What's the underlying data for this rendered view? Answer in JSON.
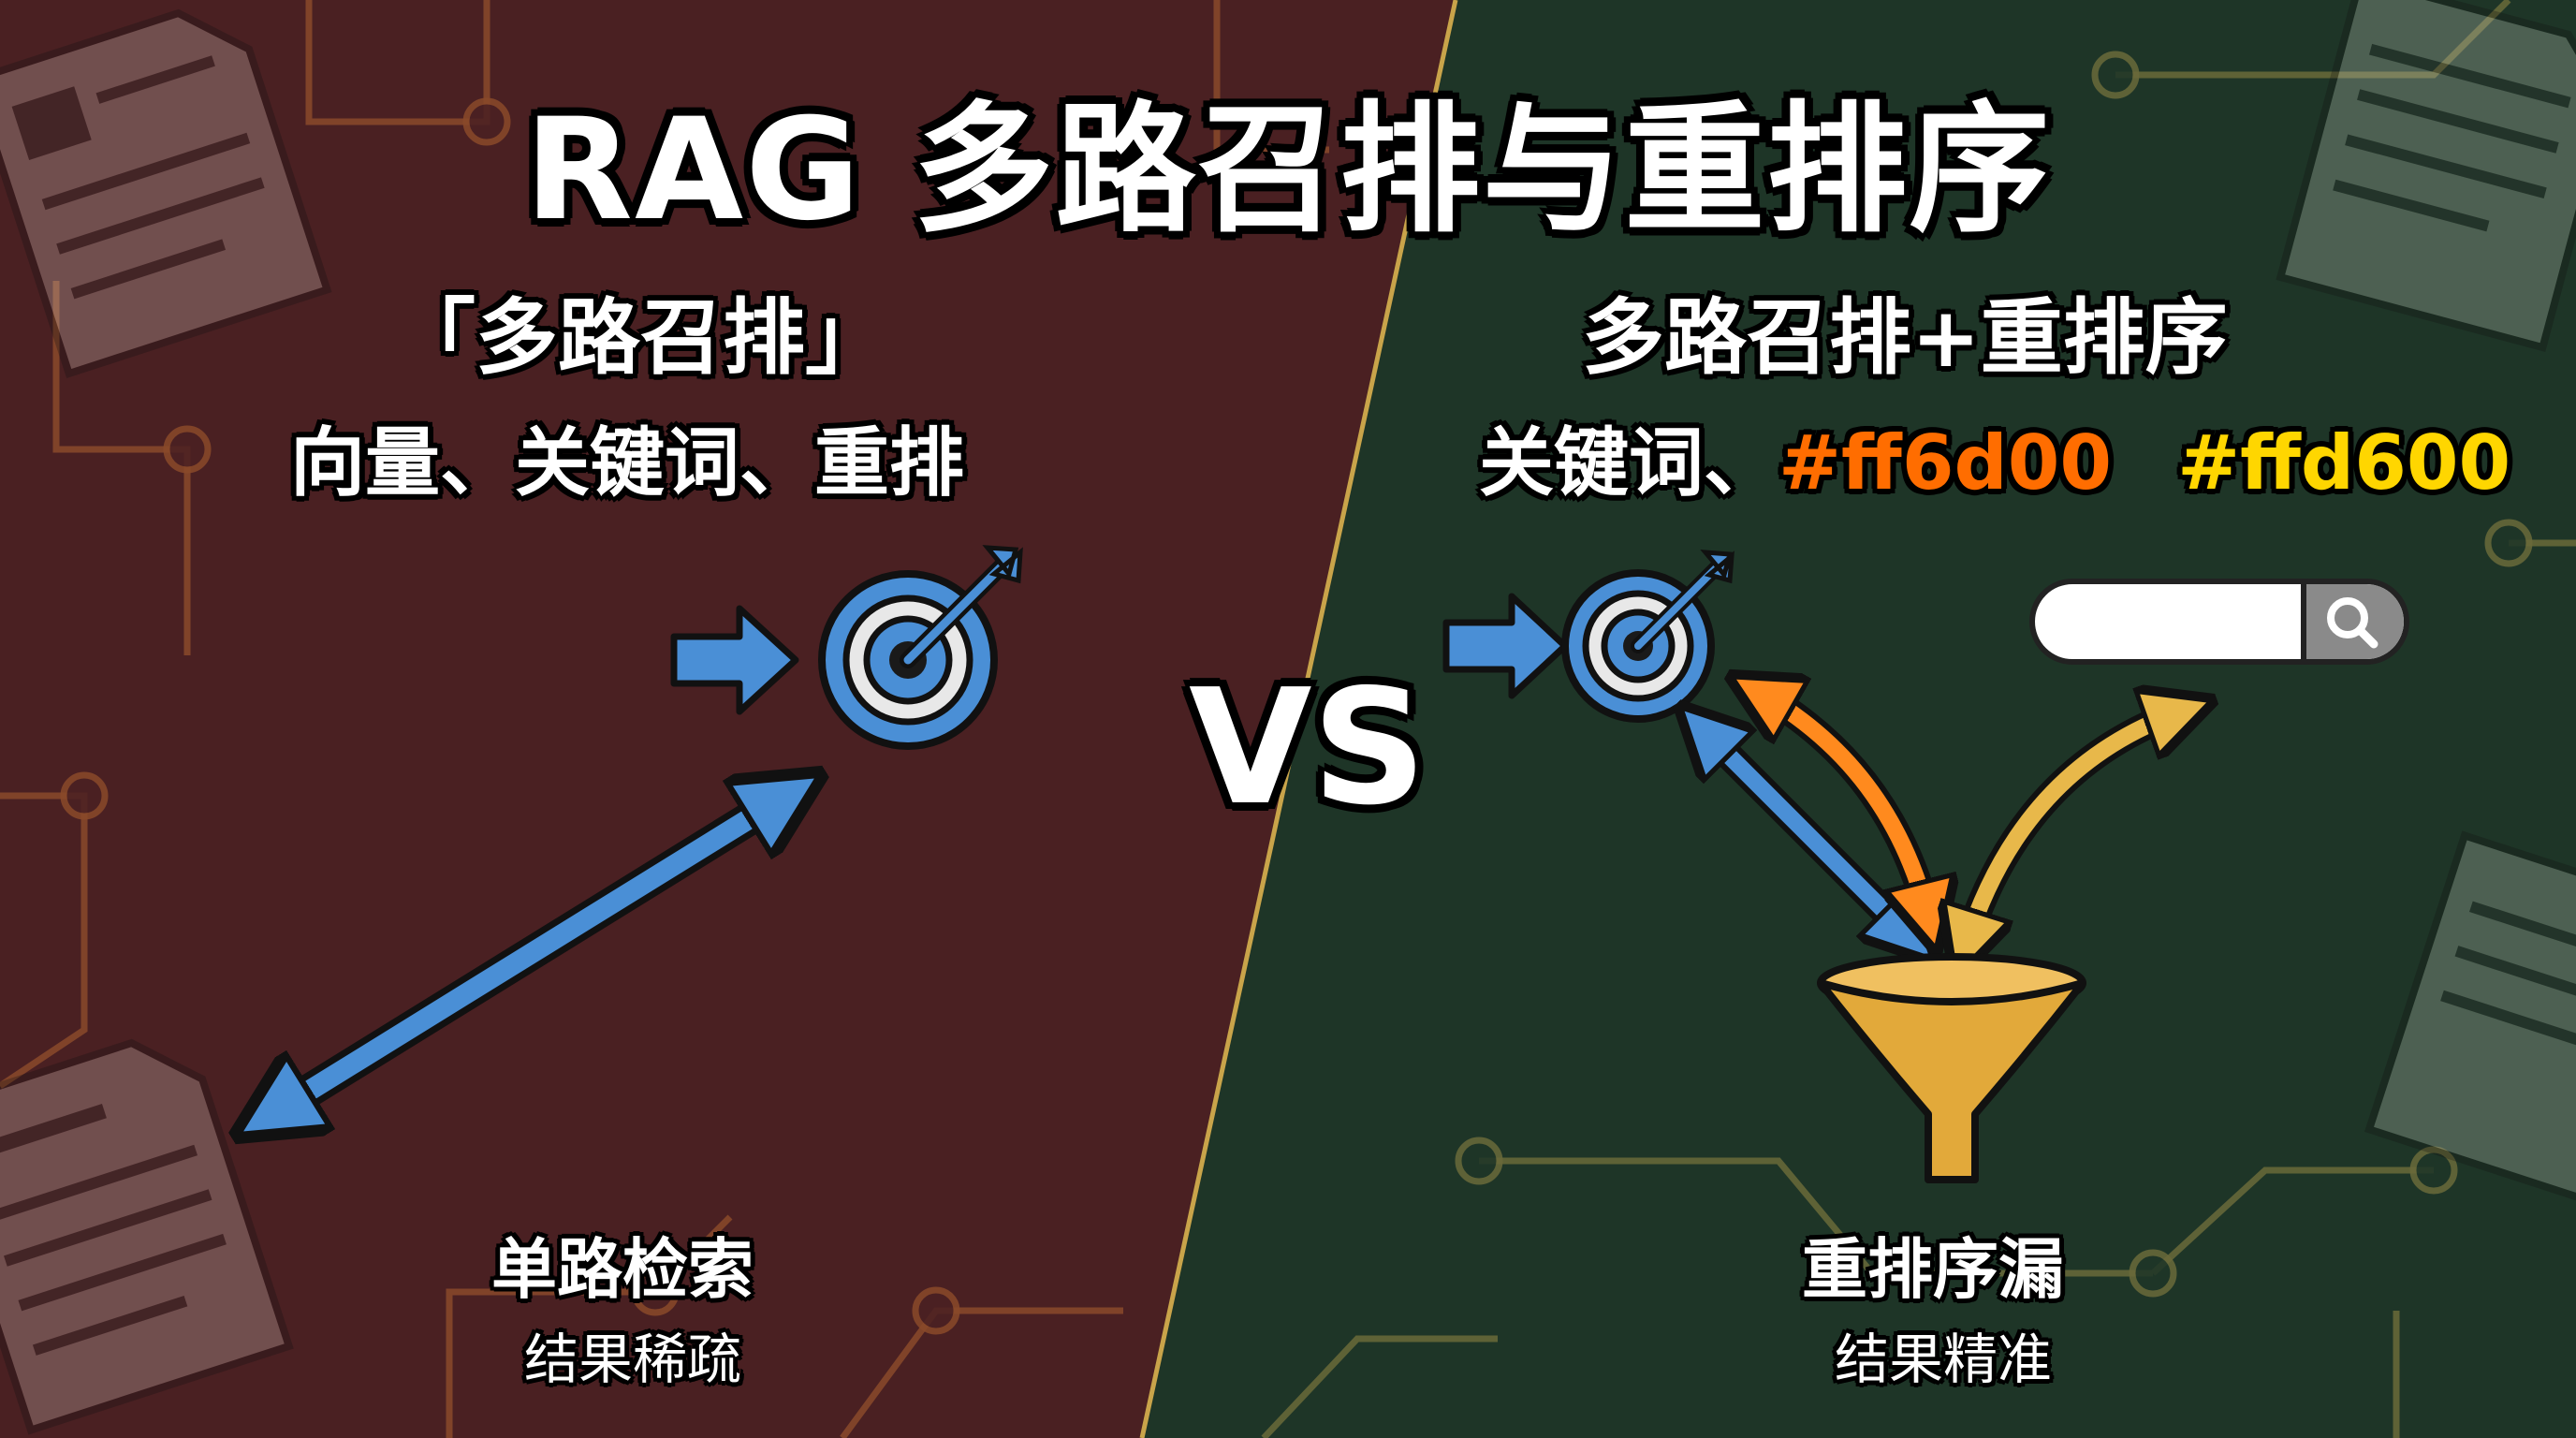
{
  "title": "RAG 多路召排与重排序",
  "left": {
    "heading": "「多路召排」",
    "subheading": "向量、关键词、重排",
    "footer_title": "单路检索",
    "footer_note": "结果稀疏",
    "background": "#4a2022"
  },
  "right": {
    "heading": "多路召排+重排序",
    "sub_prefix": "关键词、",
    "sub_color1": "#ff6d00",
    "sub_color2": "#ffd600",
    "footer_title": "重排序漏",
    "footer_note": "结果精准",
    "background": "#1e3527"
  },
  "vs": "VS",
  "colors": {
    "blue_arrow": "#4a8fd6",
    "orange_arrow": "#ff8a1e",
    "yellow_arrow": "#e8b84a",
    "funnel": "#e2a93a",
    "circuit_left": "#8a4a2a",
    "circuit_right": "#6a6a3a"
  },
  "icons": [
    "target-icon",
    "document-icon",
    "funnel-icon",
    "search-icon",
    "arrow-icon"
  ]
}
